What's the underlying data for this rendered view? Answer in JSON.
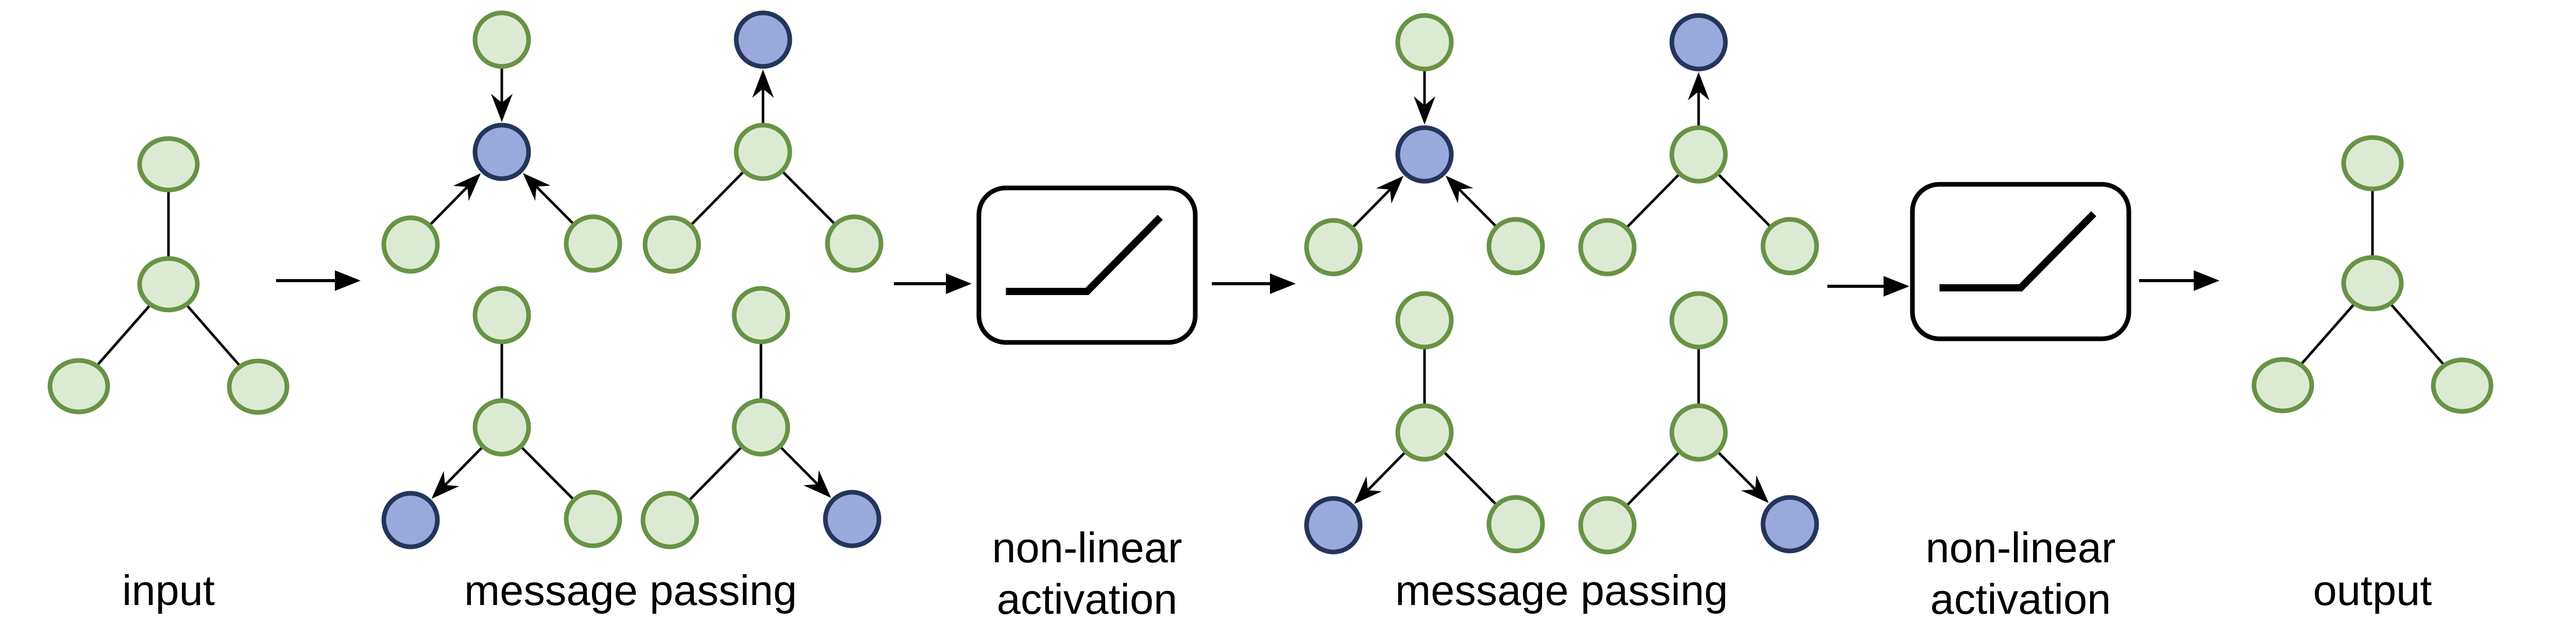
{
  "labels": {
    "input": "input",
    "message_passing_1": "message passing",
    "nonlinear_1_line1": "non-linear",
    "nonlinear_1_line2": "activation",
    "message_passing_2": "message passing",
    "nonlinear_2_line1": "non-linear",
    "nonlinear_2_line2": "activation",
    "output": "output"
  },
  "colors": {
    "background": "#ffffff",
    "node_green_fill": "#dcead3",
    "node_green_stroke": "#689345",
    "node_blue_fill": "#99a9db",
    "node_blue_stroke": "#25345b",
    "line": "#000000",
    "text": "#000000"
  },
  "flow": [
    "input graph",
    "arrow",
    "message passing (4 views)",
    "arrow",
    "non-linear activation (relu-curve icon)",
    "arrow",
    "message passing (4 views)",
    "arrow",
    "non-linear activation (relu-curve icon)",
    "arrow",
    "output graph"
  ],
  "activation_icon": "relu-curve",
  "graphs": [
    {
      "id": "input-graph",
      "variant": "plain",
      "nodes": {
        "top": "green",
        "center": "green",
        "bottom-left": "green",
        "bottom-right": "green"
      },
      "edges": [
        {
          "from": "top",
          "to": "center",
          "directed": false
        },
        {
          "from": "center",
          "to": "bottom-left",
          "directed": false
        },
        {
          "from": "center",
          "to": "bottom-right",
          "directed": false
        }
      ]
    },
    {
      "id": "mp1-aggregate-center",
      "variant": "messages-into-center",
      "nodes": {
        "top": "green",
        "center": "blue",
        "bottom-left": "green",
        "bottom-right": "green"
      },
      "edges": [
        {
          "from": "top",
          "to": "center",
          "directed": true
        },
        {
          "from": "bottom-left",
          "to": "center",
          "directed": true
        },
        {
          "from": "bottom-right",
          "to": "center",
          "directed": true
        }
      ]
    },
    {
      "id": "mp1-send-top",
      "variant": "message-to-top",
      "nodes": {
        "top": "blue",
        "center": "green",
        "bottom-left": "green",
        "bottom-right": "green"
      },
      "edges": [
        {
          "from": "center",
          "to": "top",
          "directed": true
        },
        {
          "from": "center",
          "to": "bottom-left",
          "directed": false
        },
        {
          "from": "center",
          "to": "bottom-right",
          "directed": false
        }
      ]
    },
    {
      "id": "mp1-send-bottom-left",
      "variant": "message-to-bottom-left",
      "nodes": {
        "top": "green",
        "center": "green",
        "bottom-left": "blue",
        "bottom-right": "green"
      },
      "edges": [
        {
          "from": "top",
          "to": "center",
          "directed": false
        },
        {
          "from": "center",
          "to": "bottom-left",
          "directed": true
        },
        {
          "from": "center",
          "to": "bottom-right",
          "directed": false
        }
      ]
    },
    {
      "id": "mp1-send-bottom-right",
      "variant": "message-to-bottom-right",
      "nodes": {
        "top": "green",
        "center": "green",
        "bottom-left": "green",
        "bottom-right": "blue"
      },
      "edges": [
        {
          "from": "top",
          "to": "center",
          "directed": false
        },
        {
          "from": "center",
          "to": "bottom-left",
          "directed": false
        },
        {
          "from": "center",
          "to": "bottom-right",
          "directed": true
        }
      ]
    },
    {
      "id": "mp2-aggregate-center",
      "variant": "messages-into-center",
      "nodes": {
        "top": "green",
        "center": "blue",
        "bottom-left": "green",
        "bottom-right": "green"
      },
      "edges": [
        {
          "from": "top",
          "to": "center",
          "directed": true
        },
        {
          "from": "bottom-left",
          "to": "center",
          "directed": true
        },
        {
          "from": "bottom-right",
          "to": "center",
          "directed": true
        }
      ]
    },
    {
      "id": "mp2-send-top",
      "variant": "message-to-top",
      "nodes": {
        "top": "blue",
        "center": "green",
        "bottom-left": "green",
        "bottom-right": "green"
      },
      "edges": [
        {
          "from": "center",
          "to": "top",
          "directed": true
        },
        {
          "from": "center",
          "to": "bottom-left",
          "directed": false
        },
        {
          "from": "center",
          "to": "bottom-right",
          "directed": false
        }
      ]
    },
    {
      "id": "mp2-send-bottom-left",
      "variant": "message-to-bottom-left",
      "nodes": {
        "top": "green",
        "center": "green",
        "bottom-left": "blue",
        "bottom-right": "green"
      },
      "edges": [
        {
          "from": "top",
          "to": "center",
          "directed": false
        },
        {
          "from": "center",
          "to": "bottom-left",
          "directed": true
        },
        {
          "from": "center",
          "to": "bottom-right",
          "directed": false
        }
      ]
    },
    {
      "id": "mp2-send-bottom-right",
      "variant": "message-to-bottom-right",
      "nodes": {
        "top": "green",
        "center": "green",
        "bottom-left": "green",
        "bottom-right": "blue"
      },
      "edges": [
        {
          "from": "top",
          "to": "center",
          "directed": false
        },
        {
          "from": "center",
          "to": "bottom-left",
          "directed": false
        },
        {
          "from": "center",
          "to": "bottom-right",
          "directed": true
        }
      ]
    },
    {
      "id": "output-graph",
      "variant": "plain",
      "nodes": {
        "top": "green",
        "center": "green",
        "bottom-left": "green",
        "bottom-right": "green"
      },
      "edges": [
        {
          "from": "top",
          "to": "center",
          "directed": false
        },
        {
          "from": "center",
          "to": "bottom-left",
          "directed": false
        },
        {
          "from": "center",
          "to": "bottom-right",
          "directed": false
        }
      ]
    }
  ]
}
